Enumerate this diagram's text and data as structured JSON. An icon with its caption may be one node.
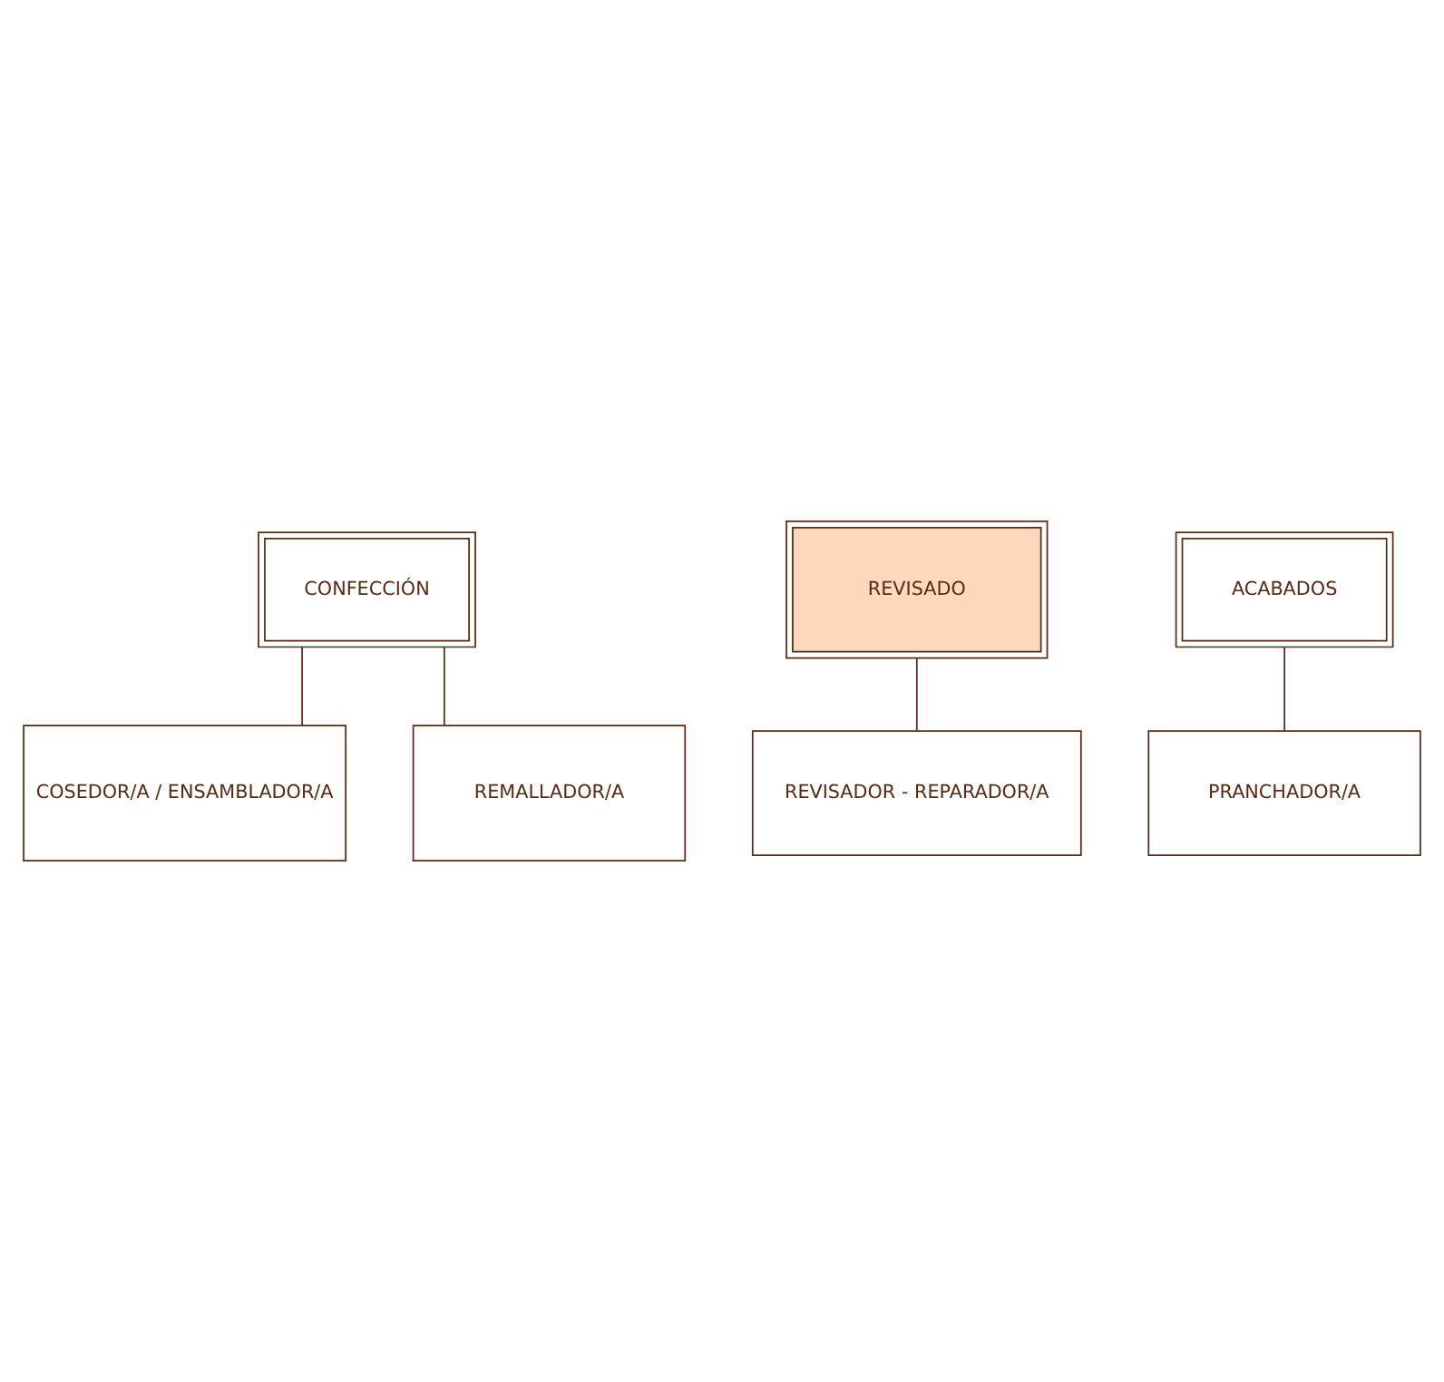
{
  "diagram": {
    "nodes": [
      {
        "text": [
          "CONFECCIÓN"
        ]
      },
      {
        "text": [
          "COSEDOR/A / ENSAMBLADOR/A"
        ]
      },
      {
        "text": [
          "REMALLADOR/A"
        ]
      },
      {
        "text": [
          "REVISADO"
        ]
      },
      {
        "text": [
          "REVISADOR - REPARADOR/A"
        ]
      },
      {
        "text": [
          "ACABADOS"
        ]
      },
      {
        "text": [
          "PRANCHADOR/A"
        ]
      }
    ],
    "edges": [
      {
        "from": 0,
        "to": 1,
        "arrow": "none"
      },
      {
        "from": 0,
        "to": 2,
        "arrow": "none"
      },
      {
        "from": 3,
        "to": 4,
        "arrow": "none"
      },
      {
        "from": 5,
        "to": 6,
        "arrow": "none"
      }
    ]
  }
}
